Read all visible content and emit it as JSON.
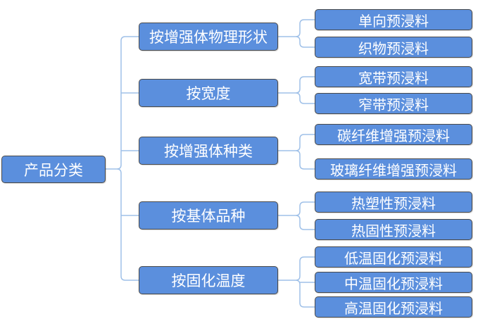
{
  "diagram": {
    "root": {
      "label": "产品分类"
    },
    "categories": [
      {
        "label": "按增强体物理形状",
        "children": [
          "单向预浸料",
          "织物预浸料"
        ]
      },
      {
        "label": "按宽度",
        "children": [
          "宽带预浸料",
          "窄带预浸料"
        ]
      },
      {
        "label": "按增强体种类",
        "children": [
          "碳纤维增强预浸料",
          "玻璃纤维增强预浸料"
        ]
      },
      {
        "label": "按基体品种",
        "children": [
          "热塑性预浸料",
          "热固性预浸料"
        ]
      },
      {
        "label": "按固化温度",
        "children": [
          "低温固化预浸料",
          "中温固化预浸料",
          "高温固化预浸料"
        ]
      }
    ]
  },
  "colors": {
    "node_fill": "#5b8fdd",
    "node_border": "#4a4a4a",
    "connector": "#9fc0e8",
    "text": "#ffffff"
  }
}
